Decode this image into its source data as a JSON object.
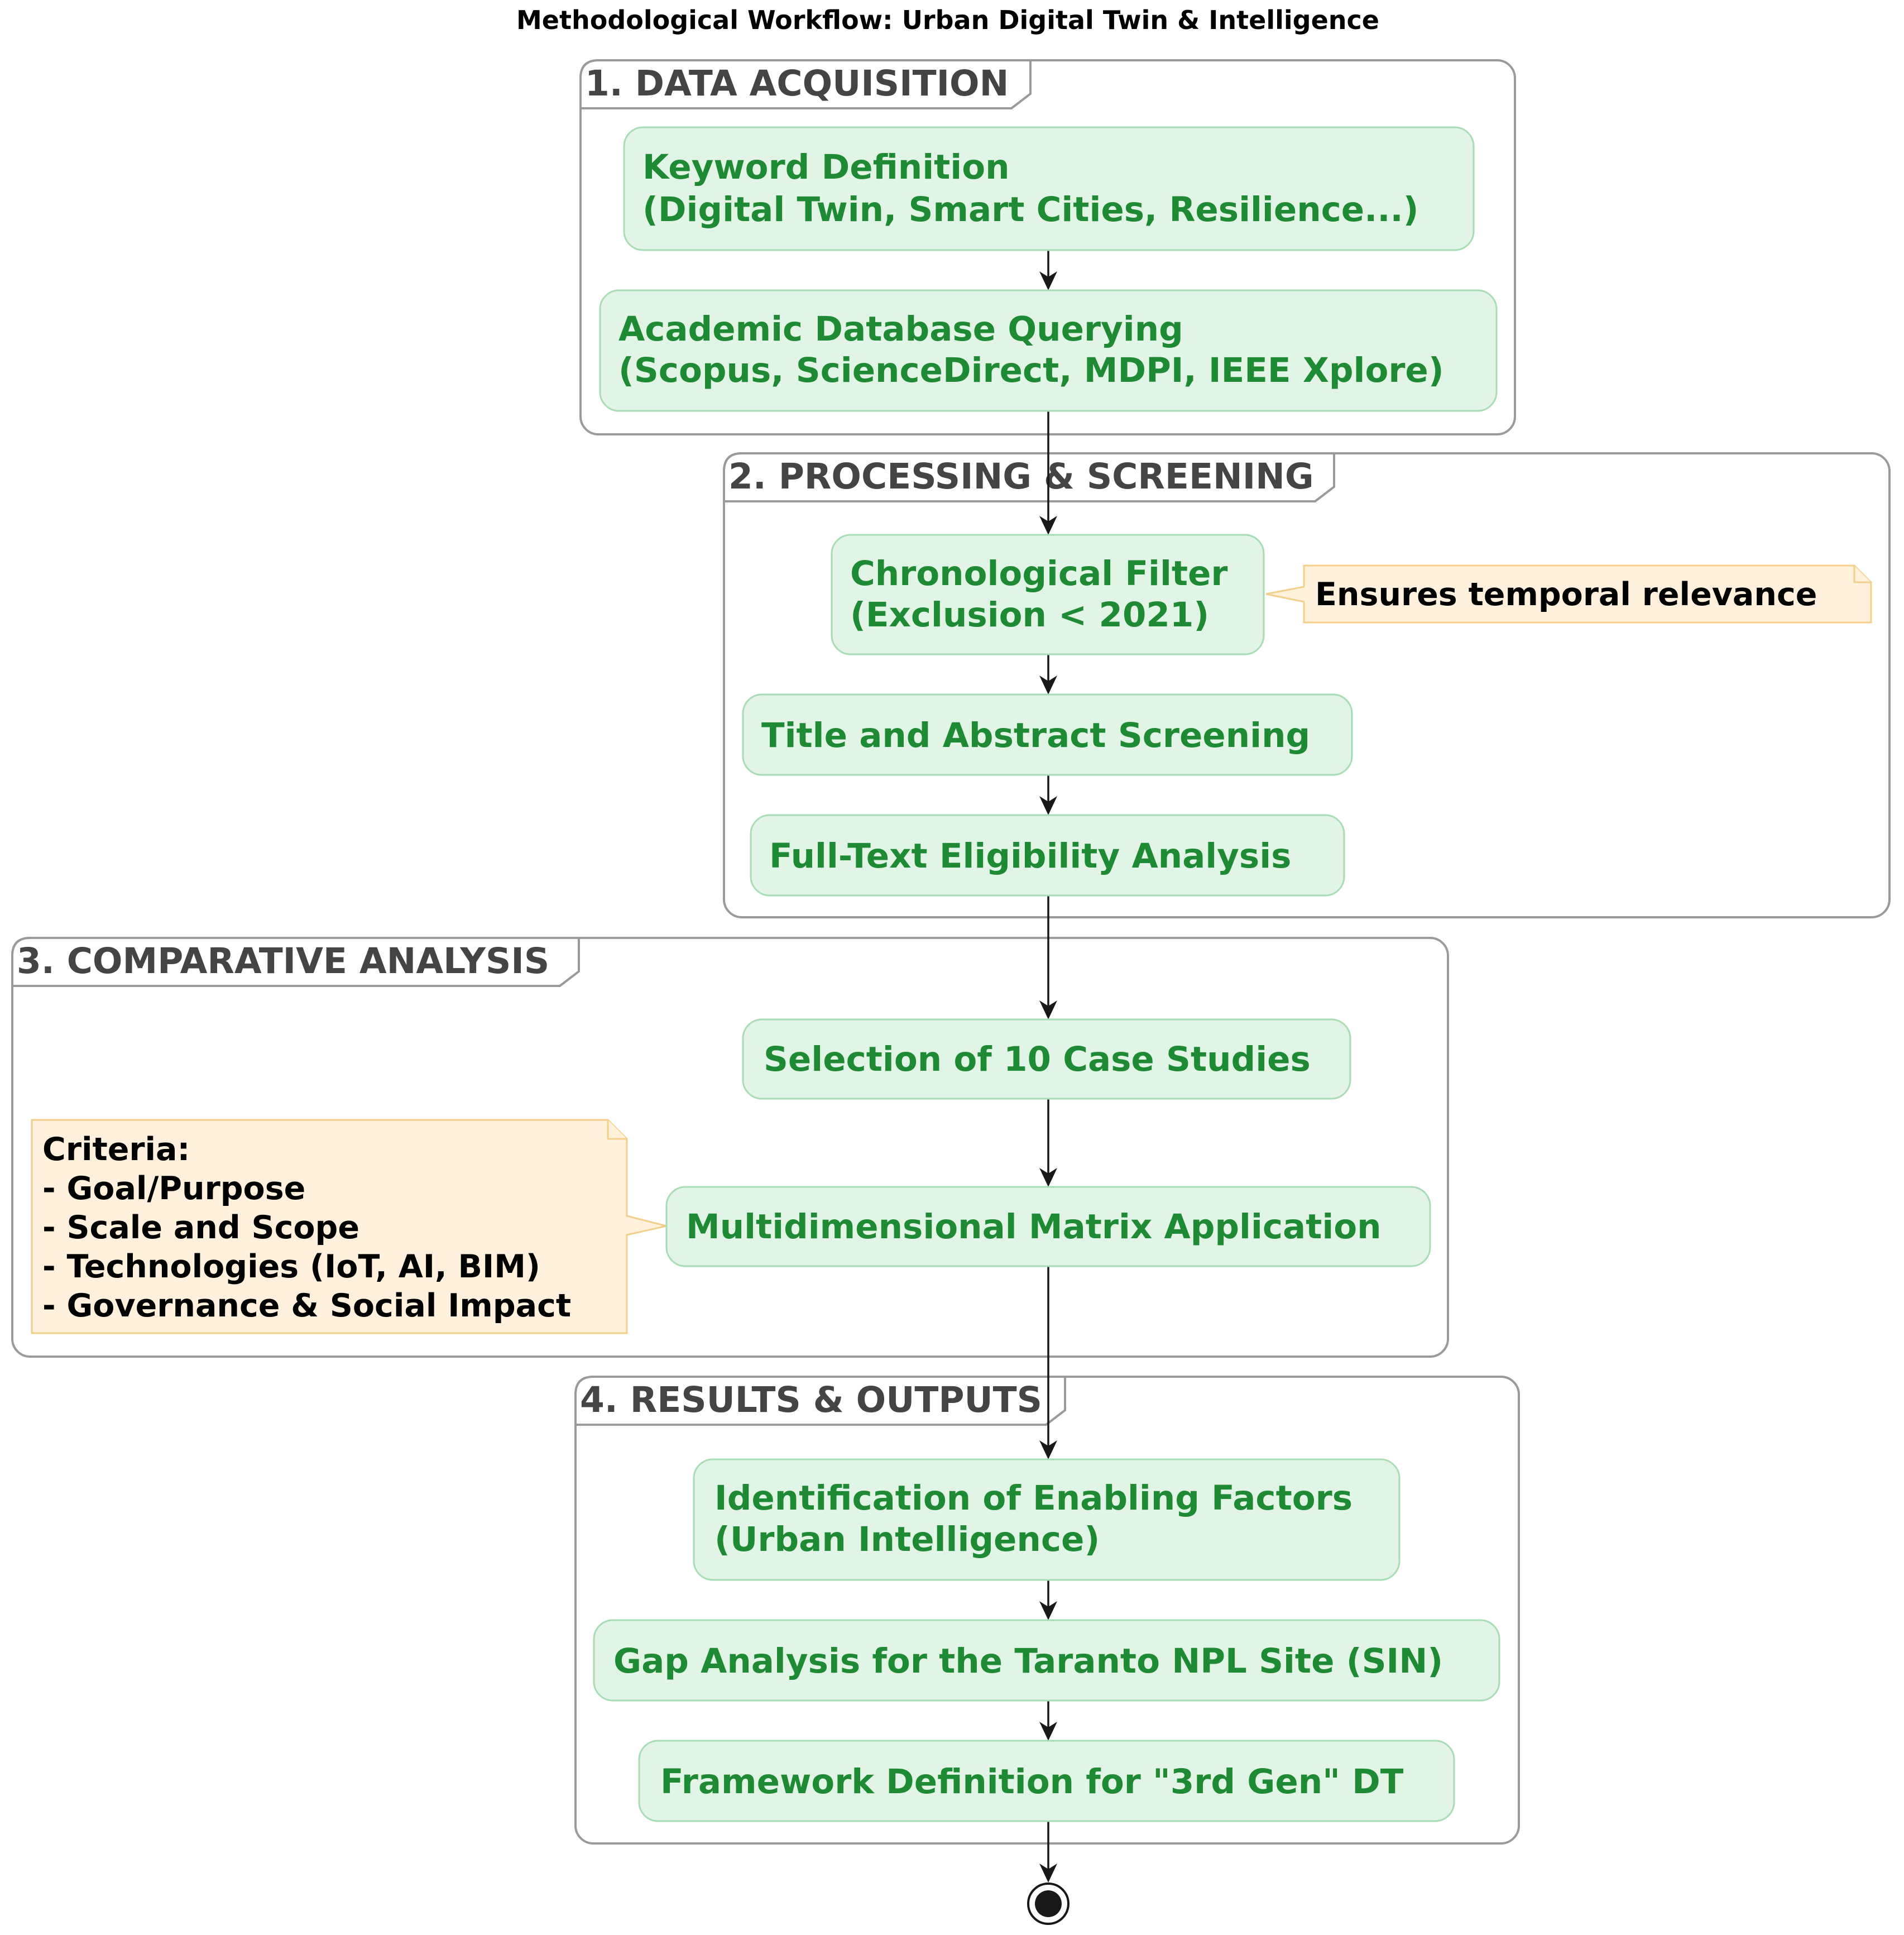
{
  "title": "Methodological Workflow: Urban Digital Twin & Intelligence",
  "colors": {
    "activity_fill": "#e2f4e6",
    "activity_border": "#a8dcb4",
    "activity_text": "#1e8a34",
    "note_fill": "#fff1dc",
    "note_border": "#f3cf8a",
    "frame_border": "#9a9a9a",
    "frame_label": "#444444"
  },
  "phases": [
    {
      "label": "1. DATA ACQUISITION",
      "activities": [
        {
          "lines": [
            "Keyword Definition",
            "(Digital Twin, Smart Cities, Resilience...)"
          ]
        },
        {
          "lines": [
            "Academic Database Querying",
            "(Scopus, ScienceDirect, MDPI, IEEE Xplore)"
          ]
        }
      ]
    },
    {
      "label": "2. PROCESSING & SCREENING",
      "activities": [
        {
          "lines": [
            "Chronological Filter",
            "(Exclusion < 2021)"
          ],
          "note": [
            "Ensures temporal relevance"
          ]
        },
        {
          "lines": [
            "Title and Abstract Screening"
          ]
        },
        {
          "lines": [
            "Full-Text Eligibility Analysis"
          ]
        }
      ]
    },
    {
      "label": "3. COMPARATIVE ANALYSIS",
      "activities": [
        {
          "lines": [
            "Selection of 10 Case Studies"
          ]
        },
        {
          "lines": [
            "Multidimensional Matrix Application"
          ],
          "note": [
            "Criteria:",
            "- Goal/Purpose",
            "- Scale and Scope",
            "- Technologies (IoT, AI, BIM)",
            "- Governance & Social Impact"
          ]
        }
      ]
    },
    {
      "label": "4. RESULTS & OUTPUTS",
      "activities": [
        {
          "lines": [
            "Identification of Enabling Factors",
            "(Urban Intelligence)"
          ]
        },
        {
          "lines": [
            "Gap Analysis for the Taranto NPL Site (SIN)"
          ]
        },
        {
          "lines": [
            "Framework Definition for \"3rd Gen\" DT"
          ]
        }
      ]
    }
  ],
  "end_node": "stop-node"
}
